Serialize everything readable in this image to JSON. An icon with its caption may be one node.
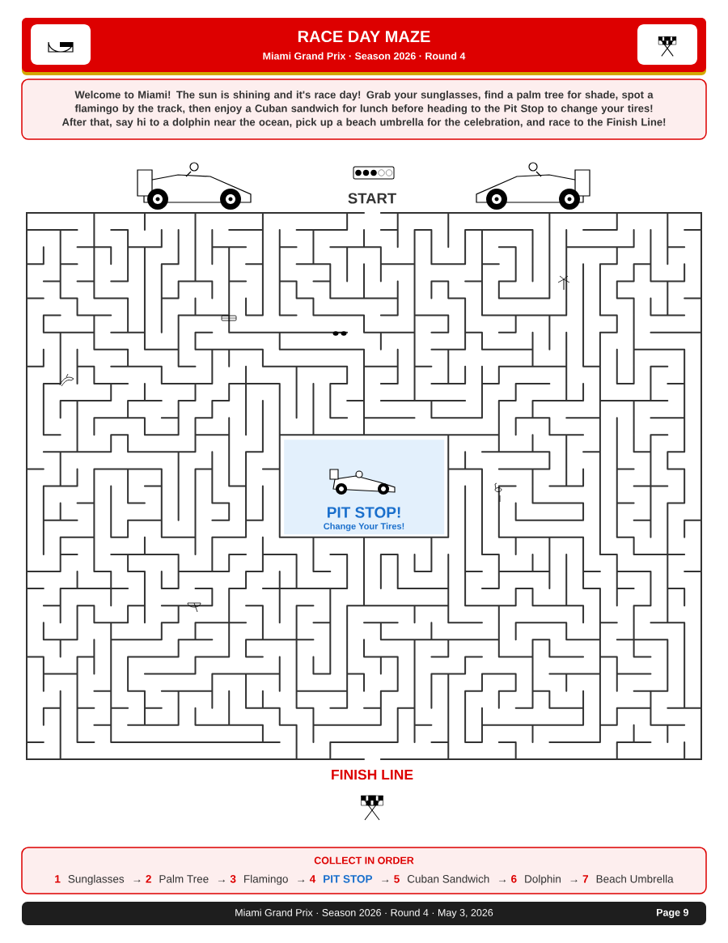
{
  "diagram": {
    "title": "RACE DAY MAZE",
    "nodes": [
      {
        "text": [
          "START"
        ]
      },
      {
        "text": [
          "PIT STOP!",
          "Change Your Tires!"
        ]
      },
      {
        "text": [
          "FINISH LINE"
        ]
      }
    ],
    "labels": [
      "Miami Grand Prix · Season 2026 · Round 4",
      "Welcome to Miami! The sun is shining and it's race day! Grab your sunglasses, find a palm tree for shade, spot a flamingo by the track, then enjoy a Cuban sandwich for lunch before heading to the Pit Stop to change your tires! After that, say hi to a dolphin near the ocean, pick up a beach umbrella for the celebration, and race to the Finish Line!",
      "COLLECT IN ORDER",
      "1",
      "Sunglasses",
      "→",
      "2",
      "Palm Tree",
      "→",
      "3",
      "Flamingo",
      "→",
      "4",
      "PIT STOP",
      "→",
      "5",
      "Cuban Sandwich",
      "→",
      "6",
      "Dolphin",
      "→",
      "7",
      "Beach Umbrella",
      "Miami Grand Prix · Season 2026 · Round 4 · May 3, 2026",
      "Page 9"
    ]
  }
}
